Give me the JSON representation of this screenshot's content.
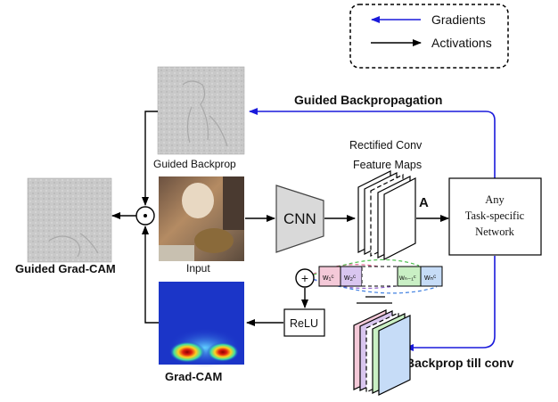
{
  "legend": {
    "gradients_label": "Gradients",
    "activations_label": "Activations"
  },
  "labels": {
    "guided_backpropagation": "Guided Backpropagation",
    "guided_backprop": "Guided Backprop",
    "rectified_conv_line1": "Rectified Conv",
    "rectified_conv_line2": "Feature Maps",
    "feature_map_symbol": "A",
    "task_network_line1": "Any",
    "task_network_line2": "Task-specific",
    "task_network_line3": "Network",
    "cnn": "CNN",
    "input": "Input",
    "guided_grad_cam": "Guided Grad-CAM",
    "grad_cam": "Grad-CAM",
    "relu": "ReLU",
    "backprop_till_conv": "Backprop till conv",
    "plus_symbol": "+",
    "dot_symbol": "⊙"
  },
  "weights": {
    "w1": "w₁ᶜ",
    "w2": "w₂ᶜ",
    "wn1": "wₙ₋₁ᶜ",
    "wn": "wₙᶜ"
  },
  "colors": {
    "gradient_arrow": "#1a1adb",
    "activation_arrow": "#000000",
    "cnn_fill": "#d9d9d9",
    "weight_pink": "#f4c9d8",
    "weight_purple": "#d9c6ef",
    "weight_green": "#c9efc4",
    "weight_blue": "#c6dcf7",
    "heatmap_base": "#1b35c8"
  }
}
